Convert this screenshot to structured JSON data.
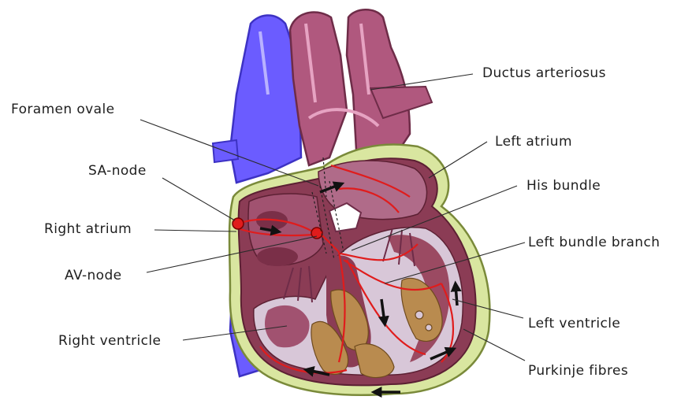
{
  "labels": {
    "ductus_arteriosus": "Ductus arteriosus",
    "foramen_ovale": "Foramen ovale",
    "left_atrium": "Left atrium",
    "sa_node": "SA-node",
    "his_bundle": "His bundle",
    "right_atrium": "Right atrium",
    "left_bundle_branch": "Left bundle branch",
    "av_node": "AV-node",
    "left_ventricle": "Left ventricle",
    "right_ventricle": "Right ventricle",
    "purkinje_fibres": "Purkinje fibres"
  },
  "colors": {
    "vena_cava": "#6b5cff",
    "vena_cava_dark": "#3d32c4",
    "arteries": "#b0587e",
    "arteries_light": "#e6a3c2",
    "heart_wall": "#8b3c55",
    "pericardium": "#d9e6a0",
    "chamber_interior": "#d8c7d8",
    "muscle": "#9b4a62",
    "papillary": "#b98b4f",
    "conduction": "#e01c1c",
    "arrow": "#111111"
  }
}
